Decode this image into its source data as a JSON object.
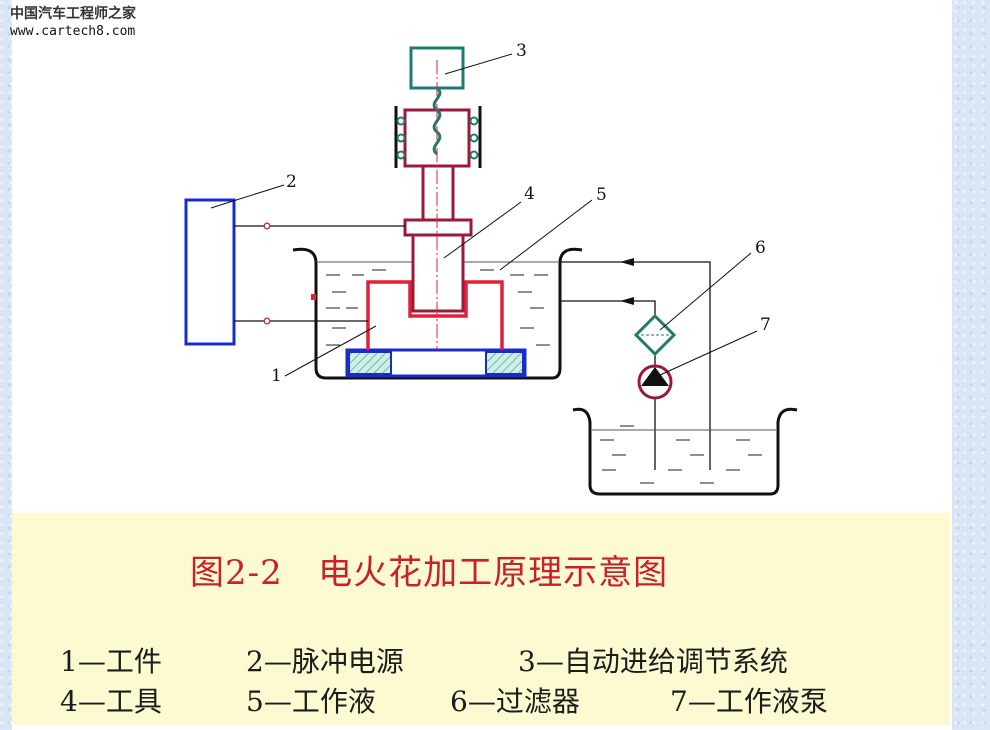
{
  "watermark": {
    "site_name": "中国汽车工程师之家",
    "url": "www.cartech8.com"
  },
  "diagram": {
    "labels": [
      "1",
      "2",
      "3",
      "4",
      "5",
      "6",
      "7"
    ],
    "colors": {
      "tank": "#111111",
      "power_supply": "#1a2bc8",
      "servo": "#1f7a70",
      "tool": "#9b1a3a",
      "workpiece": "#e0203c",
      "fixture": "#1a2bc8",
      "filter": "#1f7a70",
      "pump": "#9b1a3a"
    }
  },
  "caption": {
    "title": "图2-2   电火花加工原理示意图"
  },
  "legend": [
    {
      "text": "1—工件"
    },
    {
      "text": "2—脉冲电源"
    },
    {
      "text": "3—自动进给调节系统"
    },
    {
      "text": "4—工具"
    },
    {
      "text": "5—工作液"
    },
    {
      "text": "6—过滤器"
    },
    {
      "text": "7—工作液泵"
    }
  ]
}
